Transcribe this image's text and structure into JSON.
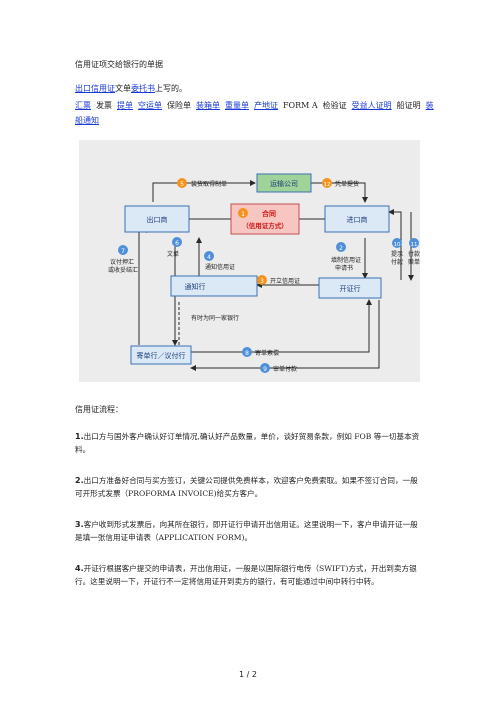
{
  "doc": {
    "title": "信用证项交给银行的单据",
    "intro": {
      "link1": "出口信用证",
      "t1": "文单",
      "link2": "委托书",
      "t2": "上写的。"
    },
    "docs_list": [
      {
        "text": "汇票",
        "link": true
      },
      {
        "text": "发票",
        "link": false
      },
      {
        "text": "提单",
        "link": true
      },
      {
        "text": "空运单",
        "link": true
      },
      {
        "text": "保险单",
        "link": false
      },
      {
        "text": "装箱单",
        "link": true
      },
      {
        "text": "重量单",
        "link": true
      },
      {
        "text": "产地证",
        "link": true
      },
      {
        "text": "FORM A",
        "link": false
      },
      {
        "text": "检验证",
        "link": false
      },
      {
        "text": "受益人证明",
        "link": true
      },
      {
        "text": "船证明",
        "link": false
      },
      {
        "text": "装船通知",
        "link": true
      }
    ],
    "section_title": "信用证流程：",
    "paragraphs": [
      {
        "num": "1.",
        "text": "出口方与国外客户确认好订单情况,确认好产品数量，单价，谈好贸易条款，例如 FOB 等一切基本资料。"
      },
      {
        "num": "2.",
        "text": "出口方准备好合同与买方签订，关键公司提供免费样本，欢迎客户免费索取。如果不签订合同，一般可开形式发票（PROFORMA INVOICE)给买方客户。"
      },
      {
        "num": "3.",
        "text": "客户收到形式发票后，向其所在银行，即开证行申请开出信用证。这里说明一下，客户申请开证一般是填一张信用证申请表（APPLICATION FORM)。"
      },
      {
        "num": "4.",
        "text": "开证行根据客户提交的申请表，开出信用证，一般是以国际银行电传（SWIFT)方式，开出到卖方银行。这里说明一下，开证行不一定将信用证开到卖方的银行，有可能通过中间中转行中转。"
      }
    ],
    "footer": "1 / 2"
  },
  "diagram": {
    "nodes": {
      "transport": "运输公司",
      "exporter": "出口商",
      "importer": "进口商",
      "contract_line1": "合同",
      "contract_line2": "（信用证方式）",
      "advising": "通知行",
      "issuing": "开证行",
      "negotiating": "寄单行／议付行"
    },
    "steps": {
      "s1": "1",
      "s2": "2",
      "s2_label1": "填制信用证",
      "s2_label2": "申请书",
      "s3": "3",
      "s3_label": "开立信用证",
      "s4": "4",
      "s4_label": "通知信用证",
      "s5": "5",
      "s5_label": "装货取得制单",
      "s6": "6",
      "s6_label": "文单",
      "s7": "7",
      "s7_label1": "议付押汇",
      "s7_label2": "或收妥结汇",
      "s8": "8",
      "s8_label": "寄单索偿",
      "s9": "9",
      "s9_label": "审单付款",
      "s10": "10",
      "s10_label1": "提示",
      "s10_label2": "付款",
      "s11": "11",
      "s11_label1": "付款",
      "s11_label2": "赎单",
      "s12": "12",
      "s12_label": "凭单提货",
      "same_bank": "有时为同一家银行"
    },
    "colors": {
      "box_blue": "#dbe9f7",
      "box_border": "#3b6fb0",
      "transport_green": "#9fd39a",
      "contract_pink": "#f7c6c0",
      "circle_orange": "#f2931e",
      "circle_blue": "#4f8fd8",
      "arrow": "#2a2a2a",
      "red_text": "#d01818"
    }
  }
}
